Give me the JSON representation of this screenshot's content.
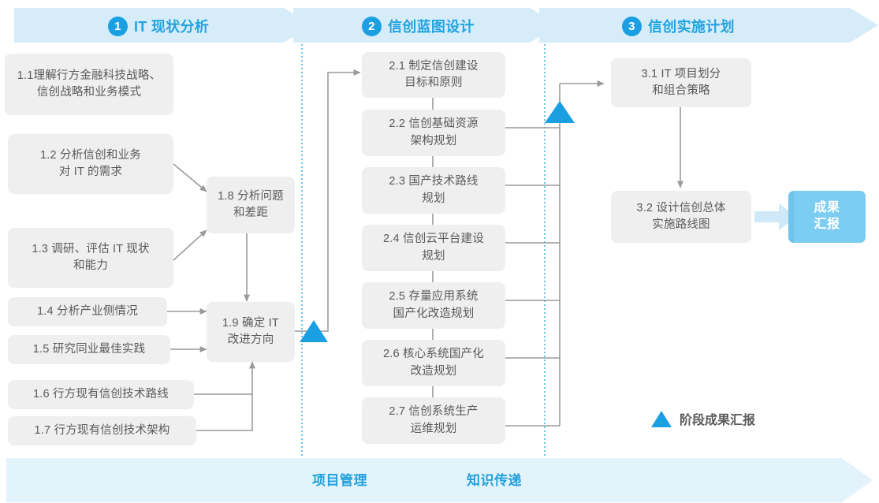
{
  "header": {
    "phases": [
      {
        "num": "1",
        "label": "IT 现状分析"
      },
      {
        "num": "2",
        "label": "信创蓝图设计"
      },
      {
        "num": "3",
        "label": "信创实施计划"
      }
    ]
  },
  "phase1": {
    "tasks": [
      {
        "id": "1.1",
        "text": "1.1理解行方金融科技战略、\n信创战略和业务模式"
      },
      {
        "id": "1.2",
        "text": "1.2 分析信创和业务\n对 IT 的需求"
      },
      {
        "id": "1.3",
        "text": "1.3 调研、评估 IT 现状\n和能力"
      },
      {
        "id": "1.4",
        "text": "1.4 分析产业侧情况"
      },
      {
        "id": "1.5",
        "text": "1.5 研究同业最佳实践"
      },
      {
        "id": "1.6",
        "text": "1.6 行方现有信创技术路线"
      },
      {
        "id": "1.7",
        "text": "1.7 行方现有信创技术架构"
      },
      {
        "id": "1.8",
        "text": "1.8 分析问题\n和差距"
      },
      {
        "id": "1.9",
        "text": "1.9 确定 IT\n改进方向"
      }
    ]
  },
  "phase2": {
    "tasks": [
      {
        "id": "2.1",
        "text": "2.1 制定信创建设\n目标和原则"
      },
      {
        "id": "2.2",
        "text": "2.2 信创基础资源\n架构规划"
      },
      {
        "id": "2.3",
        "text": "2.3 国产技术路线\n规划"
      },
      {
        "id": "2.4",
        "text": "2.4 信创云平台建设\n规划"
      },
      {
        "id": "2.5",
        "text": "2.5 存量应用系统\n国产化改造规划"
      },
      {
        "id": "2.6",
        "text": "2.6 核心系统国产化\n改造规划"
      },
      {
        "id": "2.7",
        "text": "2.7 信创系统生产\n运维规划"
      }
    ]
  },
  "phase3": {
    "tasks": [
      {
        "id": "3.1",
        "text": "3.1 IT 项目划分\n和组合策略"
      },
      {
        "id": "3.2",
        "text": "3.2 设计信创总体\n实施路线图"
      }
    ],
    "result_badge": "成果\n汇报"
  },
  "legend": {
    "milestone_label": "阶段成果汇报"
  },
  "bottom_band": {
    "labels": [
      "项目管理",
      "知识传递"
    ]
  },
  "colors": {
    "brand_blue": "#1aa0e2",
    "header_band": "#d6ecf9",
    "bottom_band": "#e3f3fb",
    "box_fill": "#efefef",
    "box_text": "#5a5a5a",
    "connector": "#9a9a9a",
    "badge_fill": "#7ccdf2",
    "badge_arrow": "#cfe9f8",
    "dotted_divider": "#2aa7e0"
  }
}
